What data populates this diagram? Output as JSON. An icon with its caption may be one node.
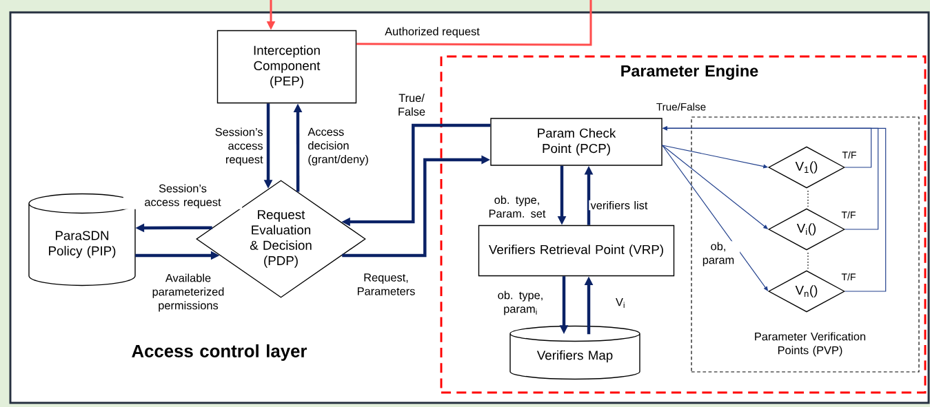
{
  "diagram": {
    "nodes": [
      {
        "text": [
          "Access control layer"
        ]
      },
      {
        "text": [
          "Interception Component (PEP)"
        ],
        "in": 0
      },
      {
        "text": [
          "Parameter Engine"
        ],
        "in": 0
      },
      {
        "text": [
          "ParaSDN Policy (PIP)"
        ],
        "in": 0
      },
      {
        "text": [
          "Request Evaluation & Decision (PDP)"
        ],
        "in": 0
      },
      {
        "text": [
          "Param Check Point (PCP)"
        ],
        "in": 2
      },
      {
        "text": [
          "Verifiers Retrieval Point (VRP)"
        ],
        "in": 2
      },
      {
        "text": [
          "Verifiers Map"
        ],
        "in": 2
      },
      {
        "text": [
          "Parameter Verification Points (PVP)"
        ],
        "in": 2
      },
      {
        "text": [
          "V$_{1}$()"
        ],
        "in": 8
      },
      {
        "text": [
          "V$_{i}$()"
        ],
        "in": 8
      },
      {
        "text": [
          "V$_{n}$()"
        ],
        "in": 8
      }
    ],
    "edges": [
      {
        "from": null,
        "to": 1,
        "arrow": "to",
        "color": "#ff4d4d"
      },
      {
        "from": 1,
        "to": null,
        "arrow": "none",
        "label": "Authorized request",
        "color": "#ff4d4d"
      },
      {
        "from": 1,
        "to": 4,
        "arrow": "to",
        "label": "Session’s access request"
      },
      {
        "from": 4,
        "to": 1,
        "arrow": "to",
        "label": "Access decision (grant/deny)"
      },
      {
        "from": 4,
        "to": 3,
        "arrow": "to",
        "label": "Session’s access request"
      },
      {
        "from": 3,
        "to": 4,
        "arrow": "to",
        "label": "Available parameterized permissions"
      },
      {
        "from": 5,
        "to": 4,
        "arrow": "to",
        "label": "True/ False"
      },
      {
        "from": 4,
        "to": 5,
        "arrow": "to",
        "label": "Request, Parameters"
      },
      {
        "from": 5,
        "to": 6,
        "arrow": "to",
        "label": "ob. type, Param. set"
      },
      {
        "from": 6,
        "to": 5,
        "arrow": "to",
        "label": "verifiers list"
      },
      {
        "from": 6,
        "to": 7,
        "arrow": "to",
        "label": "ob. type, param$_{i}$"
      },
      {
        "from": 7,
        "to": 6,
        "arrow": "to",
        "label": "V$_{i}$"
      },
      {
        "from": 5,
        "to": 9,
        "arrow": "to",
        "color": "#203f8c"
      },
      {
        "from": 5,
        "to": 10,
        "arrow": "to",
        "color": "#203f8c"
      },
      {
        "from": 5,
        "to": 11,
        "arrow": "to",
        "label": "ob, param",
        "color": "#203f8c"
      },
      {
        "from": 9,
        "to": 5,
        "arrow": "to",
        "label": "T/F",
        "color": "#203f8c"
      },
      {
        "from": 10,
        "to": 5,
        "arrow": "to",
        "label": "T/F",
        "color": "#203f8c"
      },
      {
        "from": 11,
        "to": 5,
        "arrow": "to",
        "label": "T/F",
        "color": "#203f8c"
      }
    ],
    "labels": [
      "True/False"
    ]
  }
}
